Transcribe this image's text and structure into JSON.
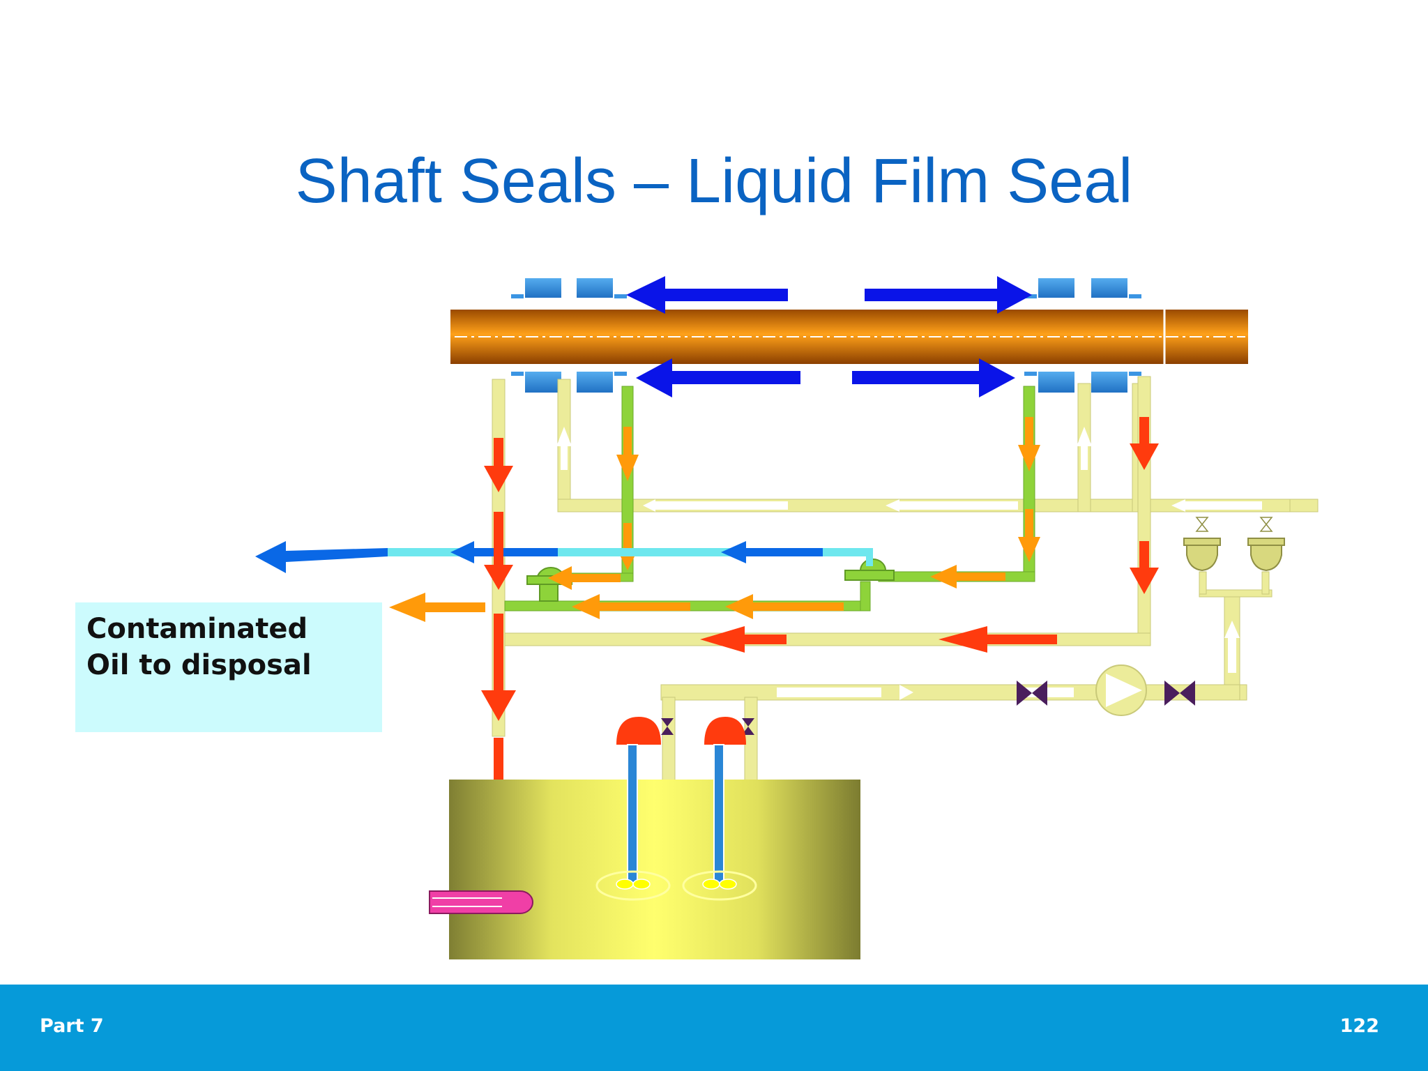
{
  "slide": {
    "title": "Shaft Seals – Liquid Film Seal",
    "callout": "Contaminated\nOil to disposal",
    "footer_left": "Part 7",
    "page_number": "122"
  },
  "colors": {
    "title": "#0a63c2",
    "footer_bar": "#069ad9",
    "callout_bg": "#ccfbfd",
    "shaft": "#e07c07",
    "seal_blocks": "#2a86d6",
    "flow_blue": "#0a14e8",
    "contaminated_oil": "#ff3b0e",
    "sour_oil": "#ff9a0a",
    "seal_oil_pipe": "#8ed33a",
    "pipe": "#ecec9a",
    "reservoir": "#e9e96a",
    "gas_out": "#0a68e6"
  }
}
